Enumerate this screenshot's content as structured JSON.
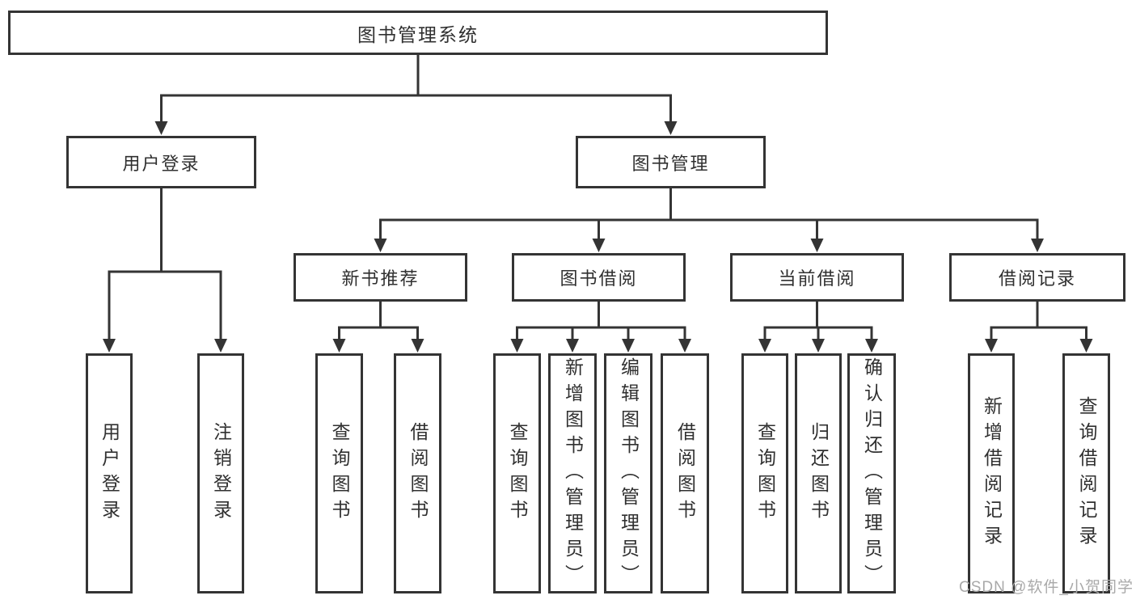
{
  "diagram": {
    "type": "hierarchy-tree",
    "root": {
      "label": "图书管理系统"
    },
    "level2": [
      {
        "label": "用户登录",
        "leaves": [
          {
            "label": "用户登录"
          },
          {
            "label": "注销登录"
          }
        ]
      },
      {
        "label": "图书管理",
        "sections": [
          {
            "label": "新书推荐",
            "leaves": [
              {
                "label": "查询图书"
              },
              {
                "label": "借阅图书"
              }
            ]
          },
          {
            "label": "图书借阅",
            "leaves": [
              {
                "label": "查询图书"
              },
              {
                "label": "新增图书（管理员）"
              },
              {
                "label": "编辑图书（管理员）"
              },
              {
                "label": "借阅图书"
              }
            ]
          },
          {
            "label": "当前借阅",
            "leaves": [
              {
                "label": "查询图书"
              },
              {
                "label": "归还图书"
              },
              {
                "label": "确认归还（管理员）"
              }
            ]
          },
          {
            "label": "借阅记录",
            "leaves": [
              {
                "label": "新增借阅记录"
              },
              {
                "label": "查询借阅记录"
              }
            ]
          }
        ]
      }
    ]
  },
  "watermark": {
    "label": "CSDN @软件_小贺同学"
  },
  "colors": {
    "line": "#343434",
    "box_border": "#343434",
    "text": "#303030",
    "watermark": "#a9a9a9",
    "background": "#ffffff"
  }
}
